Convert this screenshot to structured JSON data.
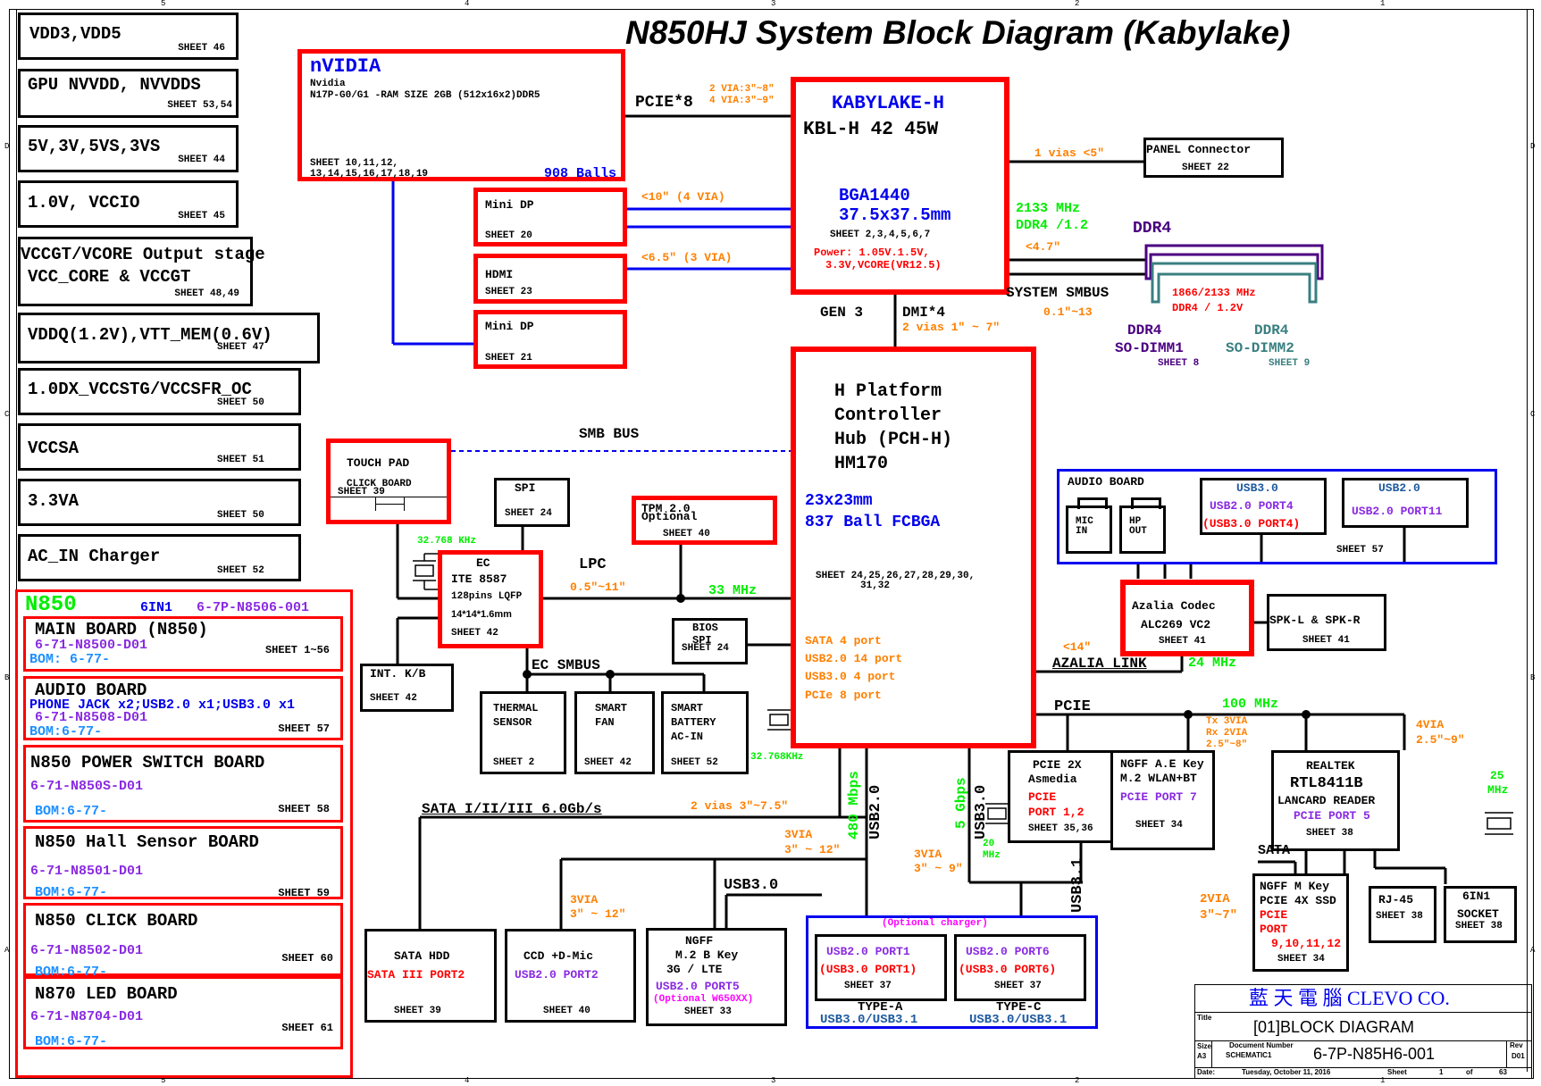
{
  "title": "N850HJ System Block Diagram (Kabylake)",
  "border_labels": {
    "top": [
      "5",
      "4",
      "3",
      "2",
      "1"
    ],
    "bottom": [
      "5",
      "4",
      "3",
      "2",
      "1"
    ],
    "left": [
      "D",
      "C",
      "B",
      "A"
    ],
    "right": [
      "D",
      "C",
      "B",
      "A"
    ]
  },
  "power_blocks": [
    {
      "label": "VDD3,VDD5",
      "sheet": "SHEET 46"
    },
    {
      "label": "GPU NVVDD, NVVDDS",
      "sheet": "SHEET 53,54"
    },
    {
      "label": "5V,3V,5VS,3VS",
      "sheet": "SHEET 44"
    },
    {
      "label": "1.0V, VCCIO",
      "sheet": "SHEET 45"
    },
    {
      "label": "VCCGT/VCORE Output stage",
      "label2": "VCC_CORE & VCCGT",
      "sheet": "SHEET 48,49"
    },
    {
      "label": "VDDQ(1.2V),VTT_MEM(0.6V)",
      "sheet": "SHEET 47"
    },
    {
      "label": "1.0DX_VCCSTG/VCCSFR_OC",
      "sheet": "SHEET 50"
    },
    {
      "label": "VCCSA",
      "sheet": "SHEET 51"
    },
    {
      "label": "3.3VA",
      "sheet": "SHEET 50"
    },
    {
      "label": "AC_IN Charger",
      "sheet": "SHEET 52"
    }
  ],
  "boards": {
    "header": "N850",
    "sixin1": "6IN1",
    "part": "6-7P-N8506-001",
    "items": [
      {
        "title": "MAIN BOARD    (N850)",
        "pn": "6-71-N8500-D01",
        "bom": "BOM: 6-77-",
        "sheet": "SHEET 1~56"
      },
      {
        "title": "AUDIO BOARD",
        "note": "PHONE JACK x2;USB2.0 x1;USB3.0 x1",
        "pn": "6-71-N8508-D01",
        "bom": "BOM:6-77-",
        "sheet": "SHEET 57"
      },
      {
        "title": "N850 POWER SWITCH BOARD",
        "pn": "6-71-N850S-D01",
        "bom": "BOM:6-77-",
        "sheet": "SHEET 58"
      },
      {
        "title": "N850 Hall Sensor BOARD",
        "pn": "6-71-N8501-D01",
        "bom": "BOM:6-77-",
        "sheet": "SHEET 59"
      },
      {
        "title": "N850 CLICK BOARD",
        "pn": "6-71-N8502-D01",
        "bom": "BOM:6-77-",
        "sheet": "SHEET 60"
      },
      {
        "title": "N870 LED BOARD",
        "pn": "6-71-N8704-D01",
        "bom": "BOM:6-77-",
        "sheet": "SHEET 61"
      }
    ]
  },
  "gpu": {
    "title": "nVIDIA",
    "vendor": "Nvidia",
    "desc": "N17P-G0/G1 -RAM SIZE 2GB (512x16x2)DDR5",
    "sheet1": "SHEET 10,11,12,",
    "sheet2": "13,14,15,16,17,18,19",
    "balls": "908 Balls"
  },
  "pcie8": {
    "label": "PCIE*8",
    "via1": "2 VIA:3\"~8\"",
    "via2": "4 VIA:3\"~9\""
  },
  "minidp1": {
    "label": "Mini DP",
    "sheet": "SHEET 20",
    "trace": "<10\" (4 VIA)"
  },
  "hdmi": {
    "label": "HDMI",
    "sheet": "SHEET 23",
    "trace": "<6.5\" (3 VIA)"
  },
  "minidp2": {
    "label": "Mini DP",
    "sheet": "SHEET 21"
  },
  "cpu": {
    "title": "KABYLAKE-H",
    "model": "KBL-H 42 45W",
    "pkg": "BGA1440",
    "size": "37.5x37.5mm",
    "sheet": "SHEET 2,3,4,5,6,7",
    "power1": "Power:  1.05V.1.5V,",
    "power2": "3.3V,VCORE(VR12.5)"
  },
  "panel": {
    "label": "PANEL Connector",
    "sheet": "SHEET 22",
    "trace": "1 vias <5\""
  },
  "ddr": {
    "speed": "2133 MHz",
    "type": "DDR4 /1.2",
    "trace": "<4.7\"",
    "header": "DDR4",
    "smbus": "SYSTEM SMBUS",
    "smbus_trace": "0.1\"~13",
    "freq": "1866/2133 MHz",
    "volt": "DDR4 / 1.2V",
    "dimm1": {
      "a": "DDR4",
      "b": "SO-DIMM1",
      "sheet": "SHEET 8"
    },
    "dimm2": {
      "a": "DDR4",
      "b": "SO-DIMM2",
      "sheet": "SHEET 9"
    }
  },
  "dmi": {
    "gen": "GEN 3",
    "label": "DMI*4",
    "trace": "2 vias 1\" ~ 7\""
  },
  "pch": {
    "l1": "H Platform",
    "l2": "Controller",
    "l3": "Hub (PCH-H)",
    "l4": "HM170",
    "size": "23x23mm",
    "ball": "837 Ball FCBGA",
    "sheet": "SHEET  24,25,26,27,28,29,30,",
    "sheet2": "31,32",
    "ports": [
      "SATA 4 port",
      "USB2.0 14 port",
      "USB3.0 4 port",
      "PCIe 8 port"
    ]
  },
  "smb_bus": "SMB BUS",
  "touchpad": {
    "l1": "TOUCH PAD",
    "l2": "CLICK BOARD",
    "sheet": "SHEET 39"
  },
  "spi": {
    "label": "SPI",
    "sheet": "SHEET 24"
  },
  "tpm": {
    "l1": "TPM 2.0",
    "l2": "Optional",
    "sheet": "SHEET 40"
  },
  "ec": {
    "crystal": "32.768 KHz",
    "l0": "EC",
    "l1": "ITE 8587",
    "l2": "128pins LQFP",
    "l3": "14*14*1.6mm",
    "sheet": "SHEET 42"
  },
  "lpc": {
    "label": "LPC",
    "trace": "0.5\"~11\"",
    "freq": "33 MHz"
  },
  "bios": {
    "l1": "BIOS",
    "l2": "SPI",
    "sheet": "SHEET 24"
  },
  "kb": {
    "label": "INT. K/B",
    "sheet": "SHEET 42"
  },
  "ecsmbus": "EC SMBUS",
  "thermal": {
    "l1": "THERMAL",
    "l2": "SENSOR",
    "sheet": "SHEET 2"
  },
  "fan": {
    "l1": "SMART",
    "l2": "FAN",
    "sheet": "SHEET 42"
  },
  "battery": {
    "l1": "SMART",
    "l2": "BATTERY",
    "l3": "AC-IN",
    "sheet": "SHEET 52"
  },
  "rtc": "32.768KHz",
  "sata_bus": {
    "label": "SATA I/II/III 6.0Gb/s",
    "trace": "2 vias 3\"~7.5\""
  },
  "usb2": {
    "speed": "480 Mbps",
    "label": "USB2.0"
  },
  "usb3": {
    "speed": "5 Gbps",
    "label": "USB3.0",
    "crystal": "20",
    "crystal2": "MHz"
  },
  "via_3_12a": {
    "a": "3VIA",
    "b": "3\" ~ 12\""
  },
  "via_3_12b": {
    "a": "3VIA",
    "b": "3\" ~ 12\""
  },
  "via_3_9": {
    "a": "3VIA",
    "b": "3\" ~ 9\""
  },
  "usb30_label": "USB3.0",
  "hdd": {
    "l1": "SATA HDD",
    "l2": "SATA III PORT2",
    "sheet": "SHEET 39"
  },
  "ccd": {
    "l1": "CCD +D-Mic",
    "l2": "USB2.0 PORT2",
    "sheet": "SHEET 40"
  },
  "ngffb": {
    "l1": "NGFF",
    "l2": "M.2  B Key",
    "l3": "3G  / LTE",
    "l4": "USB2.0 PORT5",
    "l5": "(Optional W650XX)",
    "sheet": "SHEET 33"
  },
  "usbports": {
    "optional": "(Optional charger)",
    "a": {
      "l1": "USB2.0 PORT1",
      "l2": "(USB3.0 PORT1)",
      "sheet": "SHEET 37",
      "type": "TYPE-A",
      "std": "USB3.0/USB3.1"
    },
    "c": {
      "l1": "USB2.0 PORT6",
      "l2": "(USB3.0 PORT6)",
      "sheet": "SHEET 37",
      "type": "TYPE-C",
      "std": "USB3.0/USB3.1"
    }
  },
  "usb31": "USB3.1",
  "audio_board": {
    "title": "AUDIO BOARD",
    "mic": [
      "MIC",
      "IN"
    ],
    "hp": [
      "HP",
      "OUT"
    ],
    "usb3": {
      "h": "USB3.0",
      "l1": "USB2.0 PORT4",
      "l2": "(USB3.0 PORT4)"
    },
    "usb2": {
      "h": "USB2.0",
      "l1": "USB2.0 PORT11"
    },
    "sheet": "SHEET 57"
  },
  "codec": {
    "l1": "Azalia Codec",
    "l2": "ALC269 VC2",
    "sheet": "SHEET 41"
  },
  "spk": {
    "label": "SPK-L & SPK-R",
    "sheet": "SHEET 41"
  },
  "azalia": {
    "trace": "<14\"",
    "label": "AZALIA LINK",
    "freq": "24 MHz"
  },
  "pcie_bus": {
    "label": "PCIE",
    "freq": "100 MHz",
    "tx": "Tx 3VIA",
    "rx": "Rx 2VIA",
    "len": "2.5\"~8\"",
    "via4": "4VIA",
    "via4len": "2.5\"~9\""
  },
  "asmedia": {
    "l1": "PCIE 2X",
    "l2": "Asmedia",
    "l3": "PCIE",
    "l4": "PORT 1,2",
    "sheet": "SHEET 35,36"
  },
  "ngffae": {
    "l1": "NGFF A.E Key",
    "l2": "M.2 WLAN+BT",
    "l3": "PCIE PORT 7",
    "sheet": "SHEET 34"
  },
  "realtek": {
    "l1": "REALTEK",
    "l2": "RTL8411B",
    "l3": "LANCARD READER",
    "l4": "PCIE PORT 5",
    "sheet": "SHEET 38",
    "crystal": "25",
    "crystal2": "MHz"
  },
  "sata_lbl": "SATA",
  "ssd": {
    "via": "2VIA",
    "len": "3\"~7\"",
    "l1": "NGFF M Key",
    "l2": "PCIE 4X SSD",
    "l3": "PCIE",
    "l4": "PORT",
    "l5": "9,10,11,12",
    "sheet": "SHEET 34"
  },
  "rj45": {
    "label": "RJ-45",
    "sheet": "SHEET 38"
  },
  "sixin1": {
    "l1": "6IN1",
    "l2": "SOCKET",
    "sheet": "SHEET 38"
  },
  "titleblock": {
    "company": "藍 天 電 腦  CLEVO CO.",
    "title_lbl": "Title",
    "title": "[01]BLOCK DIAGRAM",
    "size_lbl": "Size",
    "size": "A3",
    "docnum_lbl": "Document  Number",
    "schematic": "SCHEMATIC1",
    "docnum": "6-7P-N85H6-001",
    "rev_lbl": "Rev",
    "rev": "D01",
    "date_lbl": "Date:",
    "date": "Tuesday, October 11, 2016",
    "sheet_lbl": "Sheet",
    "sheet": "1",
    "of": "of",
    "total": "63"
  }
}
